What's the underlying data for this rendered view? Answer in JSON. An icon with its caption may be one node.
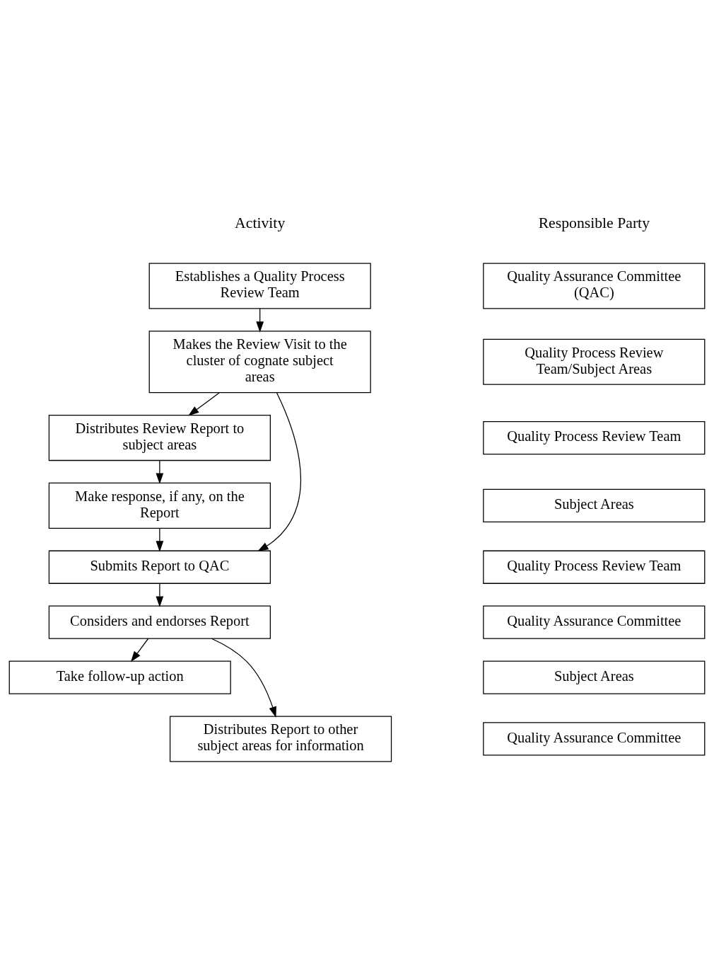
{
  "diagram": {
    "nodes": [
      {
        "text": [
          "Establishes a Quality Process Review Team"
        ]
      },
      {
        "text": [
          "Makes the Review Visit to the cluster of cognate subject areas"
        ]
      },
      {
        "text": [
          "Distributes Review Report to subject areas"
        ]
      },
      {
        "text": [
          "Make response, if any, on the Report"
        ]
      },
      {
        "text": [
          "Submits Report to QAC"
        ]
      },
      {
        "text": [
          "Considers and endorses Report"
        ]
      },
      {
        "text": [
          "Take follow-up action"
        ]
      },
      {
        "text": [
          "Distributes Report to other subject areas for information"
        ]
      },
      {
        "text": [
          "Quality Assurance Committee (QAC)"
        ]
      },
      {
        "text": [
          "Quality Process Review Team/Subject Areas"
        ]
      },
      {
        "text": [
          "Quality Process Review Team"
        ]
      },
      {
        "text": [
          "Subject Areas"
        ]
      },
      {
        "text": [
          "Quality Process Review Team"
        ]
      },
      {
        "text": [
          "Quality Assurance Committee"
        ]
      },
      {
        "text": [
          "Subject Areas"
        ]
      },
      {
        "text": [
          "Quality Assurance Committee"
        ]
      }
    ],
    "edges": [
      {
        "from": 0,
        "to": 1,
        "arrow": "to"
      },
      {
        "from": 1,
        "to": 2,
        "arrow": "to"
      },
      {
        "from": 2,
        "to": 3,
        "arrow": "to"
      },
      {
        "from": 1,
        "to": 4,
        "arrow": "to"
      },
      {
        "from": 3,
        "to": 4,
        "arrow": "to"
      },
      {
        "from": 4,
        "to": 5,
        "arrow": "to"
      },
      {
        "from": 5,
        "to": 6,
        "arrow": "to"
      },
      {
        "from": 5,
        "to": 7,
        "arrow": "to"
      }
    ],
    "labels": [
      "Activity",
      "Responsible Party"
    ]
  }
}
